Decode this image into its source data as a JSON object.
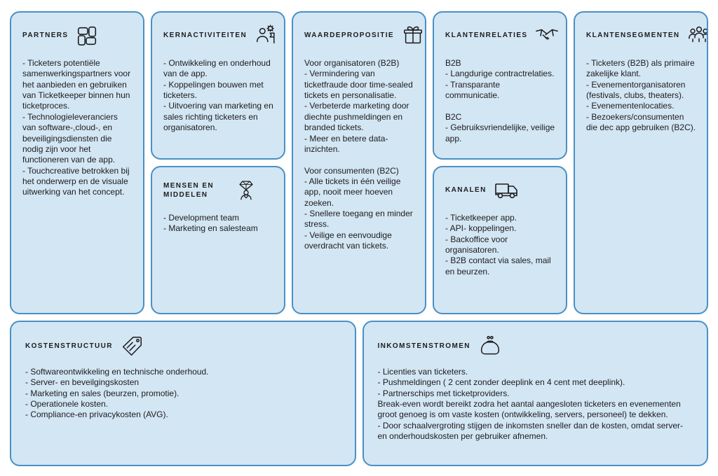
{
  "colors": {
    "box_fill": "#d3e6f3",
    "box_border": "#4a90c4",
    "text_primary": "#1c1c1e",
    "page_background": "#ffffff"
  },
  "blocks": {
    "partners": {
      "title": "PARTNERS",
      "icon": "partners-icon",
      "body": "- Ticketers potentiële samenwerkingspartners voor het aanbieden en gebruiken van Ticketkeeper binnen hun ticketproces.\n- Technologieleveranciers van software-,cloud-, en beveiligingsdiensten die nodig zijn voor het functioneren van de app.\n- Touchcreative betrokken bij het onderwerp en de visuale uitwerking van het concept."
    },
    "kernactiviteiten": {
      "title": "KERNACTIVITEITEN",
      "icon": "key-activities-icon",
      "body": "- Ontwikkeling en onderhoud van de app.\n- Koppelingen bouwen met ticketers.\n- Uitvoering van marketing en sales richting ticketers en organisatoren."
    },
    "mensen_en_middelen": {
      "title": "MENSEN EN MIDDELEN",
      "icon": "key-resources-icon",
      "body": "- Development team\n- Marketing en salesteam"
    },
    "waardepropositie": {
      "title": "WAARDEPROPOSITIE",
      "icon": "gift-icon",
      "body": "Voor organisatoren (B2B)\n- Vermindering van ticketfraude door time-sealed tickets en personalisatie.\n- Verbeterde marketing door diechte pushmeldingen en branded tickets.\n- Meer en betere data-inzichten.\n\nVoor consumenten (B2C)\n- Alle tickets in één veilige app, nooit meer hoeven zoeken.\n- Snellere toegang en minder stress.\n- Veilige en eenvoudige overdracht van tickets."
    },
    "klantenrelaties": {
      "title": "KLANTENRELATIES",
      "icon": "handshake-icon",
      "body": "B2B\n- Langdurige contractrelaties.\n- Transparante communicatie.\n\nB2C\n- Gebruiksvriendelijke, veilige app."
    },
    "kanalen": {
      "title": "KANALEN",
      "icon": "truck-icon",
      "body": "- Ticketkeeper app.\n- API- koppelingen.\n- Backoffice voor organisatoren.\n- B2B contact via sales, mail en beurzen."
    },
    "klantensegmenten": {
      "title": "KLANTENSEGMENTEN",
      "icon": "people-group-icon",
      "body": "- Ticketers (B2B) als primaire zakelijke klant.\n- Evenementorganisatoren (festivals, clubs, theaters).\n- Evenementenlocaties.\n- Bezoekers/consumenten die dec app gebruiken (B2C)."
    },
    "kostenstructuur": {
      "title": "KOSTENSTRUCTUUR",
      "icon": "price-tag-icon",
      "body": "- Softwareontwikkeling en technische onderhoud.\n- Server- en beveilgingskosten\n- Marketing en sales (beurzen, promotie).\n- Operationele kosten.\n- Compliance-en privacykosten (AVG)."
    },
    "inkomstenstromen": {
      "title": "INKOMSTENSTROMEN",
      "icon": "coin-purse-icon",
      "body": "- Licenties van ticketers.\n- Pushmeldingen ( 2 cent zonder deeplink en 4 cent met deeplink).\n- Partnerschips met ticketproviders.\nBreak-even wordt bereikt zodra het aantal aangesloten ticketers en evenementen groot genoeg is om vaste kosten (ontwikkeling, servers, personeel) te dekken.\n- Door schaalvergroting stijgen de inkomsten sneller dan de kosten, omdat server- en onderhoudskosten per gebruiker afnemen."
    }
  }
}
